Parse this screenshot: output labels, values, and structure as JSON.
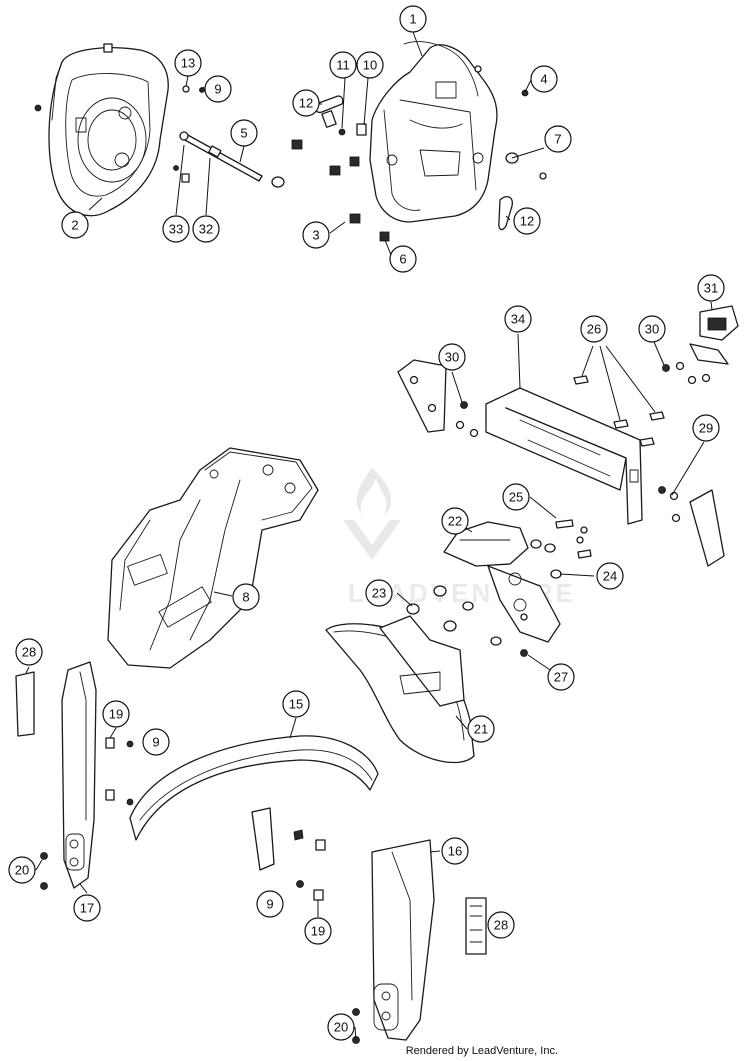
{
  "watermark": {
    "brand": "LEADVENTURE"
  },
  "credit": "Rendered by LeadVenture, Inc.",
  "callouts": [
    {
      "id": "c1",
      "label": "1"
    },
    {
      "id": "c2",
      "label": "2"
    },
    {
      "id": "c3",
      "label": "3"
    },
    {
      "id": "c4",
      "label": "4"
    },
    {
      "id": "c5",
      "label": "5"
    },
    {
      "id": "c6",
      "label": "6"
    },
    {
      "id": "c7",
      "label": "7"
    },
    {
      "id": "c8",
      "label": "8"
    },
    {
      "id": "c9a",
      "label": "9"
    },
    {
      "id": "c9b",
      "label": "9"
    },
    {
      "id": "c9c",
      "label": "9"
    },
    {
      "id": "c10",
      "label": "10"
    },
    {
      "id": "c11",
      "label": "11"
    },
    {
      "id": "c12a",
      "label": "12"
    },
    {
      "id": "c12b",
      "label": "12"
    },
    {
      "id": "c13",
      "label": "13"
    },
    {
      "id": "c15",
      "label": "15"
    },
    {
      "id": "c16",
      "label": "16"
    },
    {
      "id": "c17",
      "label": "17"
    },
    {
      "id": "c19a",
      "label": "19"
    },
    {
      "id": "c19b",
      "label": "19"
    },
    {
      "id": "c20a",
      "label": "20"
    },
    {
      "id": "c20b",
      "label": "20"
    },
    {
      "id": "c21",
      "label": "21"
    },
    {
      "id": "c22",
      "label": "22"
    },
    {
      "id": "c23",
      "label": "23"
    },
    {
      "id": "c24",
      "label": "24"
    },
    {
      "id": "c25",
      "label": "25"
    },
    {
      "id": "c26",
      "label": "26"
    },
    {
      "id": "c27",
      "label": "27"
    },
    {
      "id": "c28a",
      "label": "28"
    },
    {
      "id": "c28b",
      "label": "28"
    },
    {
      "id": "c29",
      "label": "29"
    },
    {
      "id": "c30a",
      "label": "30"
    },
    {
      "id": "c30b",
      "label": "30"
    },
    {
      "id": "c31",
      "label": "31"
    },
    {
      "id": "c32",
      "label": "32"
    },
    {
      "id": "c33",
      "label": "33"
    },
    {
      "id": "c34",
      "label": "34"
    }
  ]
}
